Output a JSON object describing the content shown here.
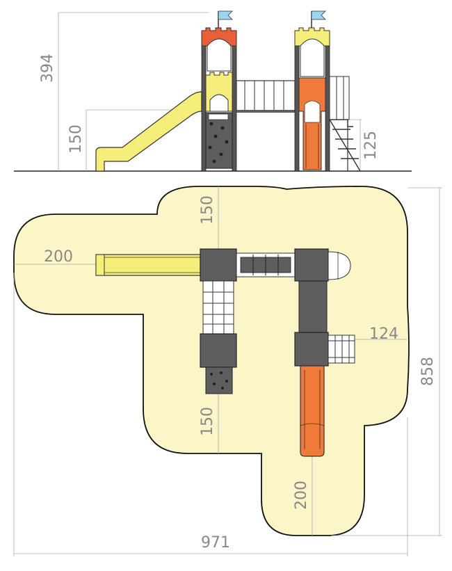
{
  "elevation": {
    "height_total": "394",
    "height_slide_platform": "150",
    "height_stair_platform": "125"
  },
  "plan": {
    "dim_slide_left_zone": "200",
    "dim_top_zone": "150",
    "dim_stair_right_zone": "124",
    "dim_bottom_left_zone": "150",
    "dim_bottom_slide_zone": "200",
    "dim_total_height": "858",
    "dim_total_width": "971"
  },
  "colors": {
    "safety_zone": "#fbf5c8",
    "slide_yellow": "#f5ee7a",
    "slide_red": "#f07a3a",
    "platform_gray": "#5e5e5e",
    "flag_blue": "#9fd3ee",
    "roof_red": "#e8603a",
    "roof_yellow": "#f5ee7a",
    "dimension_line": "#999999"
  }
}
